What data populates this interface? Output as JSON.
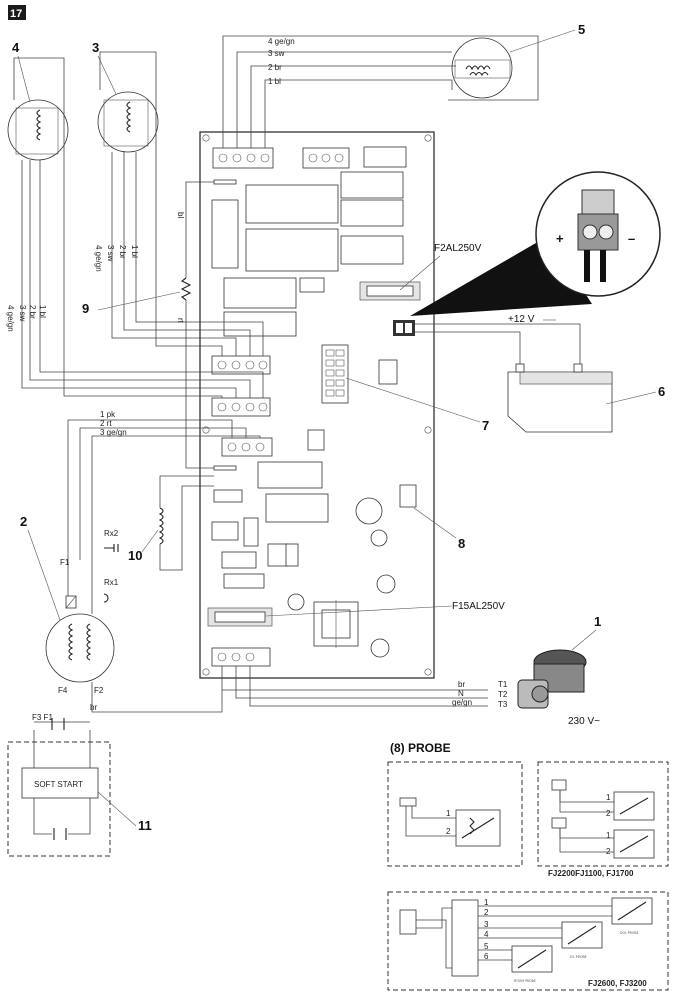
{
  "figure": {
    "number": "17",
    "callouts": {
      "c1": "1",
      "c2": "2",
      "c3": "3",
      "c4": "4",
      "c5": "5",
      "c6": "6",
      "c7": "7",
      "c8": "8",
      "c9": "9",
      "c10": "10",
      "c11": "11"
    }
  },
  "fan_motor_5_wires": [
    "4 ge/gn",
    "3 sw",
    "2 br",
    "1 bl"
  ],
  "motor_3_wires": [
    "4 ge/gn",
    "3 sw",
    "2 br",
    "1 bl"
  ],
  "motor_4_wires": [
    "4 ge/gn",
    "3 sw",
    "2 br",
    "1 bl"
  ],
  "compressor_wires": [
    "1 pk",
    "2 rt",
    "3 ge/gn"
  ],
  "resistor_wires": [
    "bl",
    "rt"
  ],
  "fuses": {
    "low_voltage": "F2AL250V",
    "mains": "F15AL250V"
  },
  "dc_supply": {
    "label": "+12 V",
    "plus": "+",
    "minus": "–"
  },
  "mains": {
    "wires": [
      "br",
      "N",
      "ge/gn"
    ],
    "terminals": [
      "T1",
      "T2",
      "T3"
    ],
    "voltage": "230 V~"
  },
  "compressor_terminals": {
    "f1": "F1",
    "f2": "F2",
    "f3": "F3",
    "f4": "F4",
    "bottom": "F3  F1",
    "br": "br"
  },
  "relays": {
    "rx1": "Rx1",
    "rx2": "Rx2"
  },
  "soft_start": "SOFT START",
  "probe_section": {
    "title": "(8) PROBE",
    "panel_b_caption": "FJ2200FJ1100, FJ1700",
    "panel_c_caption": "FJ2600, FJ3200",
    "pins": [
      "1",
      "2"
    ],
    "panel_c_pins": [
      "1",
      "2",
      "3",
      "4",
      "5",
      "6"
    ],
    "probe_labels": [
      "DOL PROBE",
      "EV. PROBE",
      "ROOM PROBE"
    ]
  }
}
